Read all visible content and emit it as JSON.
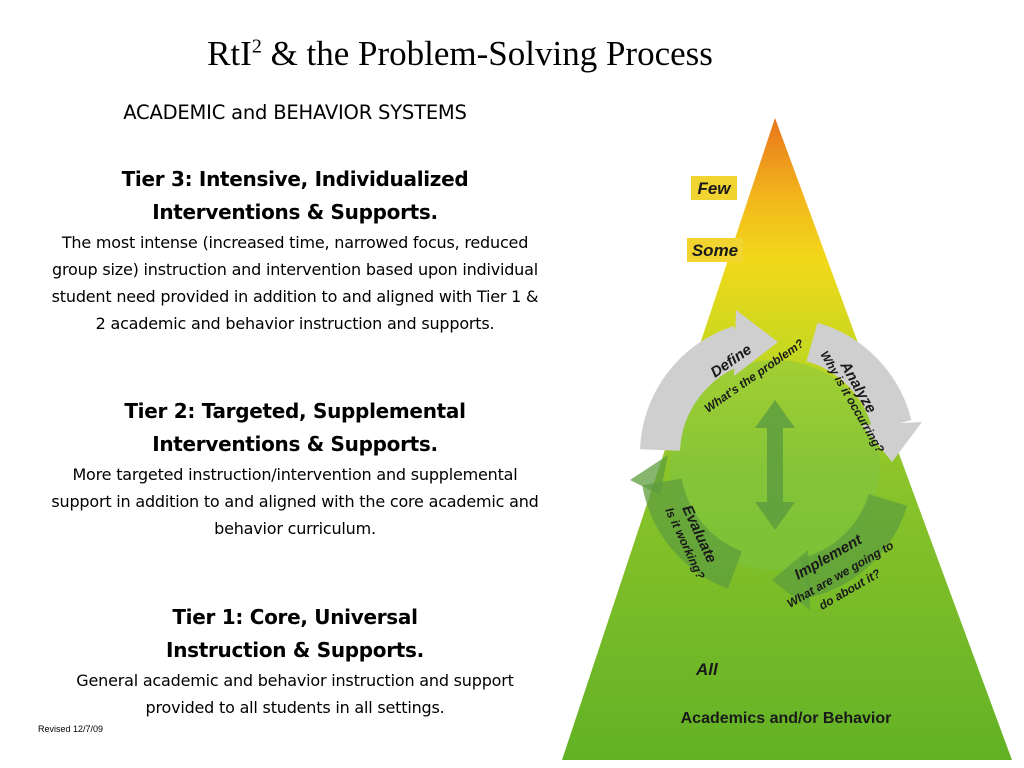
{
  "title": {
    "main": "RtI",
    "sup": "2",
    "rest": " & the Problem-Solving  Process"
  },
  "subtitle": "ACADEMIC and BEHAVIOR SYSTEMS",
  "tiers": [
    {
      "heading_line1": "Tier 3: Intensive, Individualized",
      "heading_line2": "Interventions & Supports.",
      "body": "The most intense (increased time, narrowed focus, reduced group size) instruction and intervention based upon individual student need provided in addition to and aligned with Tier 1 & 2 academic and behavior instruction and supports."
    },
    {
      "heading_line1": "Tier 2: Targeted, Supplemental",
      "heading_line2": "Interventions & Supports.",
      "body": "More targeted instruction/intervention and supplemental support in addition to and aligned with the core academic and behavior curriculum."
    },
    {
      "heading_line1": "Tier 1: Core, Universal",
      "heading_line2": "Instruction & Supports.",
      "body": "General academic and behavior instruction and support provided to all students in all settings."
    }
  ],
  "revised": "Revised 12/7/09",
  "pyramid": {
    "few": "Few",
    "some": "Some",
    "all": "All",
    "base_label": "Academics and/or Behavior",
    "cycle": {
      "define": "Define",
      "define_q": "What's the problem?",
      "analyze": "Analyze",
      "analyze_q": "Why is it occurring?",
      "implement": "Implement",
      "implement_q1": "What are we going to",
      "implement_q2": "do about it?",
      "evaluate": "Evaluate",
      "evaluate_q": "Is it working?"
    }
  },
  "colors": {
    "pyramid_top": "#e8741c",
    "pyramid_mid": "#f2d81a",
    "pyramid_base": "#66b52a",
    "label_bg": "#f2d430"
  }
}
